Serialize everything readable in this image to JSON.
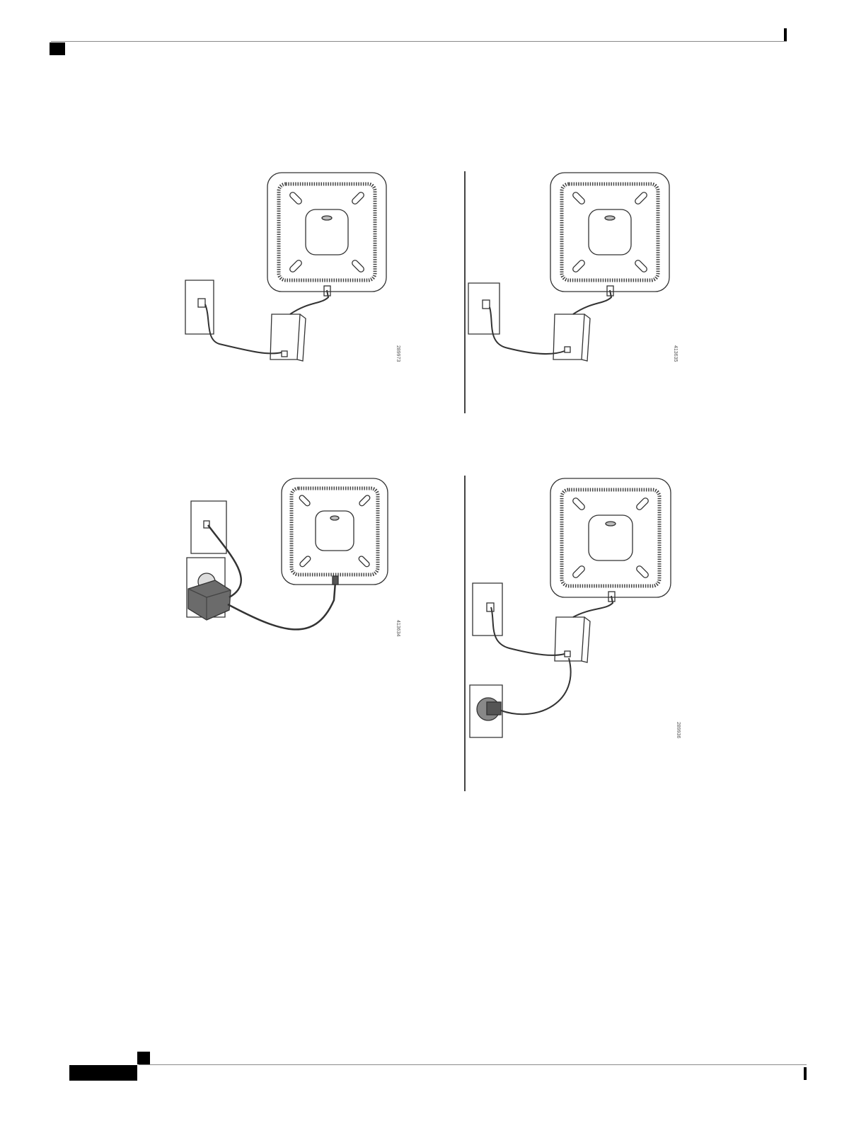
{
  "figures": [
    {
      "id": "fig-a",
      "figure_number": "289973"
    },
    {
      "id": "fig-b",
      "figure_number": "413635"
    },
    {
      "id": "fig-c",
      "figure_number": "413634"
    },
    {
      "id": "fig-d",
      "figure_number": "289936"
    }
  ],
  "colors": {
    "line": "#333333",
    "adapter_dark": "#6b6b6b",
    "wall": "#ffffff"
  }
}
